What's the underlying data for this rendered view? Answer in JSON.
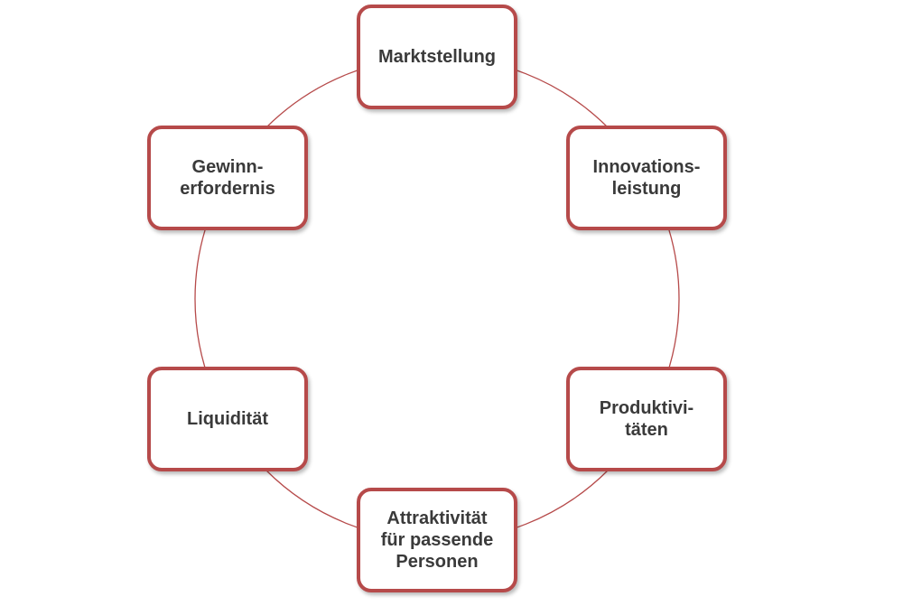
{
  "colors": {
    "accent": "#b64a4a",
    "text": "#3a3a3a",
    "background": "#ffffff"
  },
  "nodes": [
    {
      "id": "marktstellung",
      "label": "Marktstellung"
    },
    {
      "id": "innovationsleistung",
      "label": "Innovations-\nleistung"
    },
    {
      "id": "produktivitaeten",
      "label": "Produktivi-\ntäten"
    },
    {
      "id": "attraktivitaet",
      "label": "Attraktivität\nfür passende\nPersonen"
    },
    {
      "id": "liquiditaet",
      "label": "Liquidität"
    },
    {
      "id": "gewinnerfordernis",
      "label": "Gewinn-\nerfordernis"
    }
  ]
}
